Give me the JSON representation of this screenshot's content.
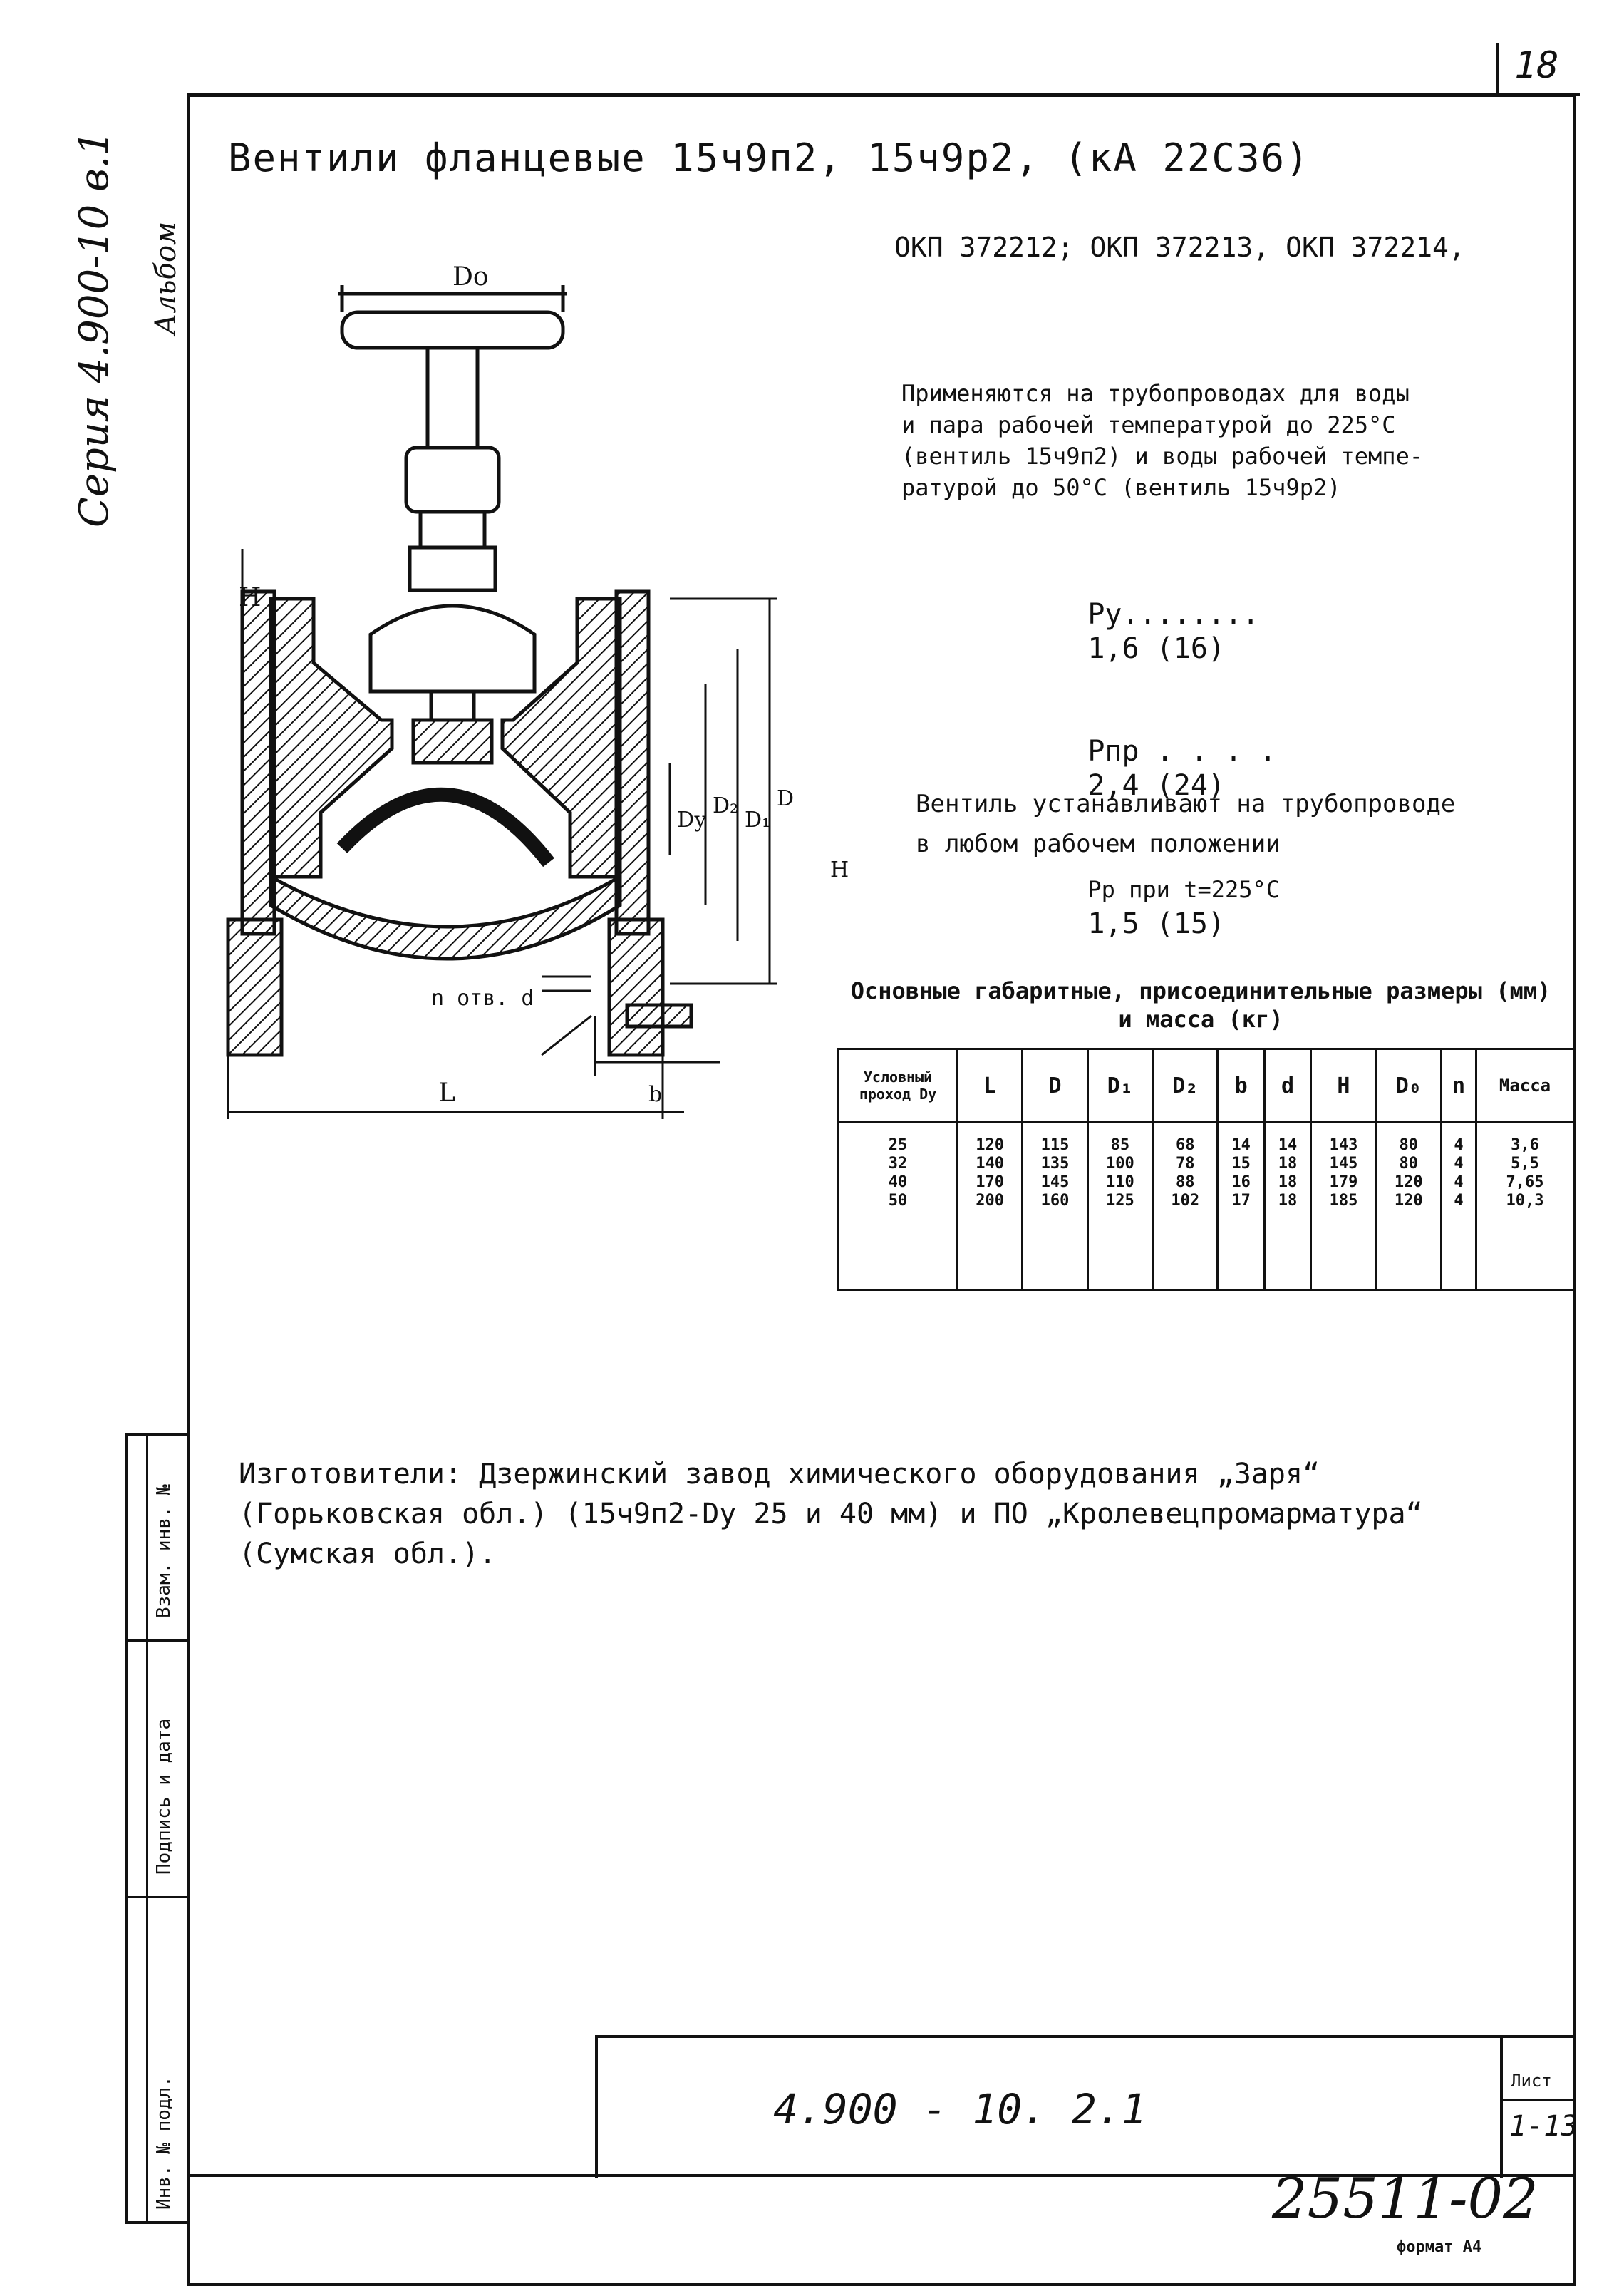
{
  "page_number": "18",
  "series": "Серия 4.900-10 в.1",
  "album": "Альбом",
  "title": "Вентили фланцевые 15ч9п2, 15ч9р2, (кА 22С36)",
  "okp": "ОКП 372212; ОКП 372213, ОКП 372214,",
  "application": "Применяются на трубопроводах для воды\nи пара рабочей температурой до 225°С\n(вентиль 15ч9п2) и воды рабочей темпе-\nратурой до 50°С (вентиль 15ч9р2)",
  "specs": [
    {
      "label": "Ру........",
      "value": "1,6 (16)"
    },
    {
      "label": "Рпр . . . .",
      "value": "2,4 (24)"
    },
    {
      "label": "Рр при t=225°С",
      "value": "1,5 (15)"
    }
  ],
  "installation": "Вентиль устанавливают на трубопроводе\nв любом рабочем положении",
  "table": {
    "title": "Основные габаритные, присоединительные размеры (мм) и масса (кг)",
    "headers": [
      "Условный проход Dу",
      "L",
      "D",
      "D₁",
      "D₂",
      "b",
      "d",
      "H",
      "D₀",
      "n",
      "Масса"
    ],
    "rows": [
      [
        "25",
        "120",
        "115",
        "85",
        "68",
        "14",
        "14",
        "143",
        "80",
        "4",
        "3,6"
      ],
      [
        "32",
        "140",
        "135",
        "100",
        "78",
        "15",
        "18",
        "145",
        "80",
        "4",
        "5,5"
      ],
      [
        "40",
        "170",
        "145",
        "110",
        "88",
        "16",
        "18",
        "179",
        "120",
        "4",
        "7,65"
      ],
      [
        "50",
        "200",
        "160",
        "125",
        "102",
        "17",
        "18",
        "185",
        "120",
        "4",
        "10,3"
      ]
    ]
  },
  "drawing_labels": {
    "D0": "Dо",
    "H": "H",
    "Dy": "Dу",
    "D2": "D₂",
    "D1": "D₁",
    "D": "D",
    "H2": "H",
    "holes": "n отв. d",
    "b": "b",
    "L": "L"
  },
  "manufacturers": "Изготовители: Дзержинский завод химического оборудования „Заря“\n(Горьковская обл.) (15ч9п2-Dу 25 и 40 мм) и ПО „Кролевецпромарматура“\n(Сумская обл.).",
  "side_stamps": [
    "Взам. инв. №",
    "Подпись и дата",
    "Инв. № подл."
  ],
  "doc_number": "4.900 - 10. 2.1",
  "sheet_label": "Лист",
  "sheet_value": "1-13",
  "archive_number": "25511-02",
  "format": "формат А4"
}
